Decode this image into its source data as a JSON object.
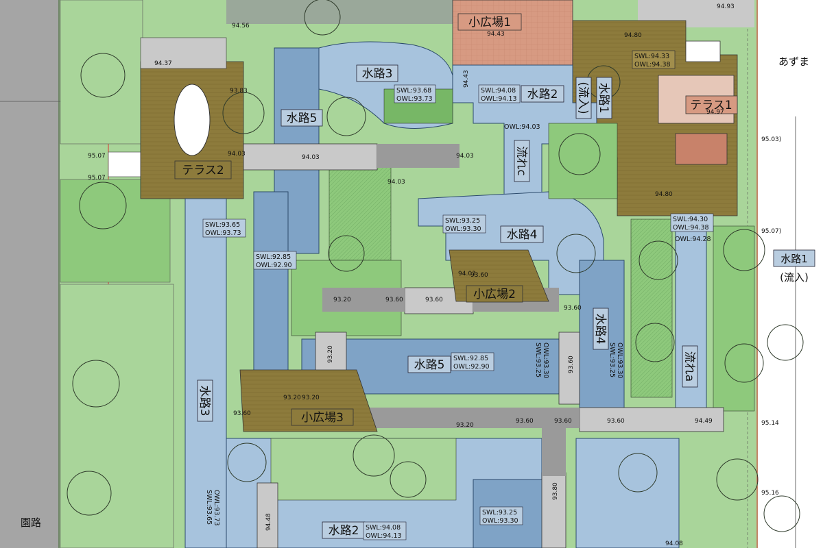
{
  "colors": {
    "grass_light": "#a9d59a",
    "grass_mid": "#8ec97c",
    "grass_dark": "#77b766",
    "water": "#7fa3c6",
    "water_light": "#a7c3dd",
    "pavement": "#c9c9c9",
    "path_dark": "#9a9a9a",
    "terrace": "#8d7b3c",
    "plaza_pink": "#d79a82",
    "edge_pink": "#e9c8b6",
    "road": "#a5a5a5"
  },
  "zones": {
    "plaza1": "小広場1",
    "plaza2": "小広場2",
    "plaza3": "小広場3",
    "terrace1": "テラス1",
    "terrace2": "テラス2",
    "channel2_top": "水路2",
    "channel2_bottom": "水路2",
    "channel3_top": "水路3",
    "channel3_left": "水路3",
    "channel4_center": "水路4",
    "channel4_right": "水路4",
    "channel5_top": "水路5",
    "channel5_center": "水路5",
    "channel1_top": "水路1",
    "inflow_top": "(流入)",
    "flow_a": "流れa",
    "flow_c": "流れc",
    "azumaya": "あずま",
    "garden_path": "園路",
    "channel1_side": "水路1",
    "channel1_side_inflow": "(流入)"
  },
  "water_levels": {
    "wl_c3": {
      "swl": "SWL:93.68",
      "owl": "OWL:93.73"
    },
    "wl_c2": {
      "swl": "SWL:94.08",
      "owl": "OWL:94.13"
    },
    "wl_t1": {
      "swl": "SWL:94.33",
      "owl": "OWL:94.38"
    },
    "wl_left": {
      "swl": "SWL:93.65",
      "owl": "OWL:93.73"
    },
    "wl_mid": {
      "swl": "SWL:92.85",
      "owl": "OWL:92.90"
    },
    "wl_c4": {
      "swl": "SWL:93.25",
      "owl": "OWL:93.30"
    },
    "wl_c5": {
      "swl": "SWL:92.85",
      "owl": "OWL:92.90"
    },
    "wl_right": {
      "swl": "SWL:94.30",
      "owl": "OWL:94.38"
    },
    "wl_c4v": {
      "swl": "SWL:93.25",
      "owl": "OWL:93.30"
    },
    "wl_c4v2": {
      "swl": "SWL:93.25",
      "owl": "OWL:93.30"
    },
    "wl_bl": {
      "swl": "SWL:93.65",
      "owl": "OWL:93.73"
    },
    "wl_bc": {
      "swl": "SWL:94.08",
      "owl": "OWL:94.13"
    },
    "wl_br": {
      "swl": "SWL:93.25",
      "owl": "OWL:93.30"
    }
  },
  "owl_single": {
    "o1": "OWL:94.03",
    "o2": "OWL:94.28"
  },
  "elevations": {
    "e1": "94.56",
    "e2": "94.43",
    "e3": "94.80",
    "e4": "94.93",
    "e5": "94.37",
    "e6": "93.83",
    "e7": "94.03",
    "e8": "94.03",
    "e9": "94.43",
    "e10": "94.03",
    "e11": "94.03",
    "e12": "93.60",
    "e13": "93.60",
    "e14": "93.20",
    "e15": "93.60",
    "e16": "93.60",
    "e17": "93.60",
    "e18": "93.20",
    "e19": "93.20",
    "e20": "93.60",
    "e21": "93.60",
    "e22": "93.60",
    "e23": "94.49",
    "e24": "93.20",
    "e25": "93.60",
    "e26": "93.80",
    "e27": "94.48",
    "e28": "94.97",
    "e29": "94.80",
    "e30": "94.08",
    "e31": "94.03",
    "e32": "93.20"
  },
  "side_elev": {
    "s1": "95.03)",
    "s2": "95.07)",
    "s3": "95.14",
    "s4": "95.16",
    "s5": "95.07",
    "s6": "95.07"
  }
}
